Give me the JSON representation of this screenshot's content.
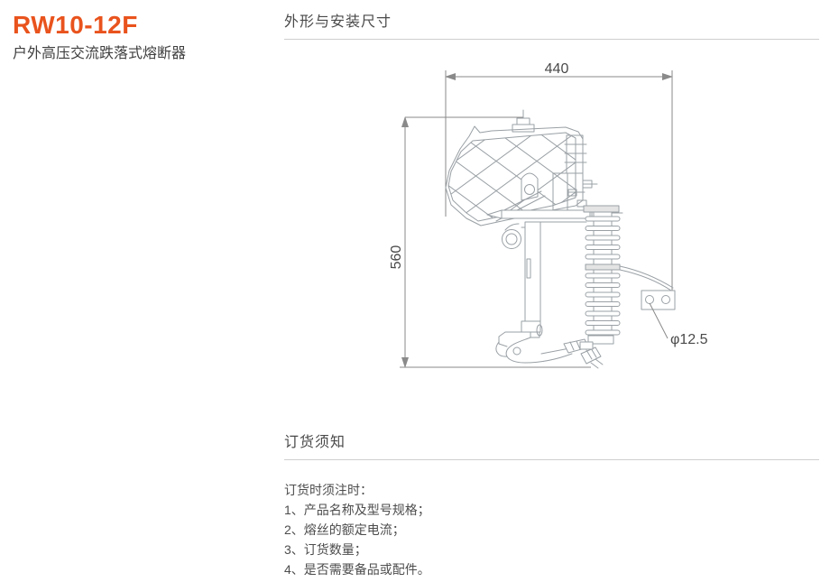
{
  "product": {
    "model": "RW10-12F",
    "name": "户外高压交流跌落式熔断器"
  },
  "sections": {
    "dimensions": {
      "title": "外形与安装尺寸"
    },
    "ordering": {
      "title": "订货须知",
      "intro": "订货时须注时：",
      "items": [
        "1、产品名称及型号规格；",
        "2、熔丝的额定电流；",
        "3、订货数量；",
        "4、是否需要备品或配件。"
      ]
    }
  },
  "drawing": {
    "description": "outline-and-mounting-dimension-drawing-of-dropout-fuse",
    "width_label": "440",
    "height_label": "560",
    "hole_label": "φ12.5"
  },
  "colors": {
    "accent": "#e9531d",
    "heading_text": "#4a4a4a",
    "body_text": "#4d4d4d",
    "divider": "#cfcfcf",
    "drawing_line": "#9aa0a5",
    "dimension_line": "#8a8a8a"
  }
}
